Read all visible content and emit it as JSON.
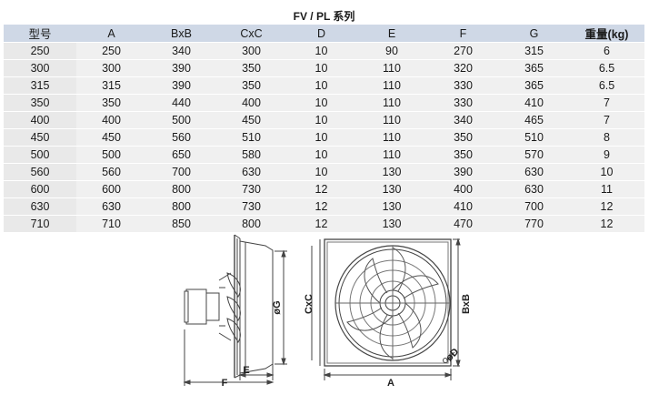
{
  "table": {
    "title": "FV / PL 系列",
    "headers": [
      "型号",
      "A",
      "BxB",
      "CxC",
      "D",
      "E",
      "F",
      "G",
      "重量(kg)"
    ],
    "rows": [
      [
        "250",
        "250",
        "340",
        "300",
        "10",
        "90",
        "270",
        "315",
        "6"
      ],
      [
        "300",
        "300",
        "390",
        "350",
        "10",
        "110",
        "320",
        "365",
        "6.5"
      ],
      [
        "315",
        "315",
        "390",
        "350",
        "10",
        "110",
        "330",
        "365",
        "6.5"
      ],
      [
        "350",
        "350",
        "440",
        "400",
        "10",
        "110",
        "330",
        "410",
        "7"
      ],
      [
        "400",
        "400",
        "500",
        "450",
        "10",
        "110",
        "340",
        "465",
        "7"
      ],
      [
        "450",
        "450",
        "560",
        "510",
        "10",
        "110",
        "350",
        "510",
        "8"
      ],
      [
        "500",
        "500",
        "650",
        "580",
        "10",
        "110",
        "350",
        "570",
        "9"
      ],
      [
        "560",
        "560",
        "700",
        "630",
        "10",
        "130",
        "390",
        "630",
        "10"
      ],
      [
        "600",
        "600",
        "800",
        "730",
        "12",
        "130",
        "400",
        "630",
        "11"
      ],
      [
        "630",
        "630",
        "800",
        "730",
        "12",
        "130",
        "410",
        "700",
        "12"
      ],
      [
        "710",
        "710",
        "850",
        "800",
        "12",
        "130",
        "470",
        "770",
        "12"
      ]
    ]
  },
  "drawing": {
    "side_labels": {
      "g": "øG",
      "e": "E",
      "f": "F"
    },
    "front_labels": {
      "c": "CxC",
      "b": "BxB",
      "a": "A",
      "d": "øD"
    }
  },
  "colors": {
    "header_bg": "#cfd8e6",
    "row_bg": "#f0f0f0",
    "line": "#444444"
  }
}
